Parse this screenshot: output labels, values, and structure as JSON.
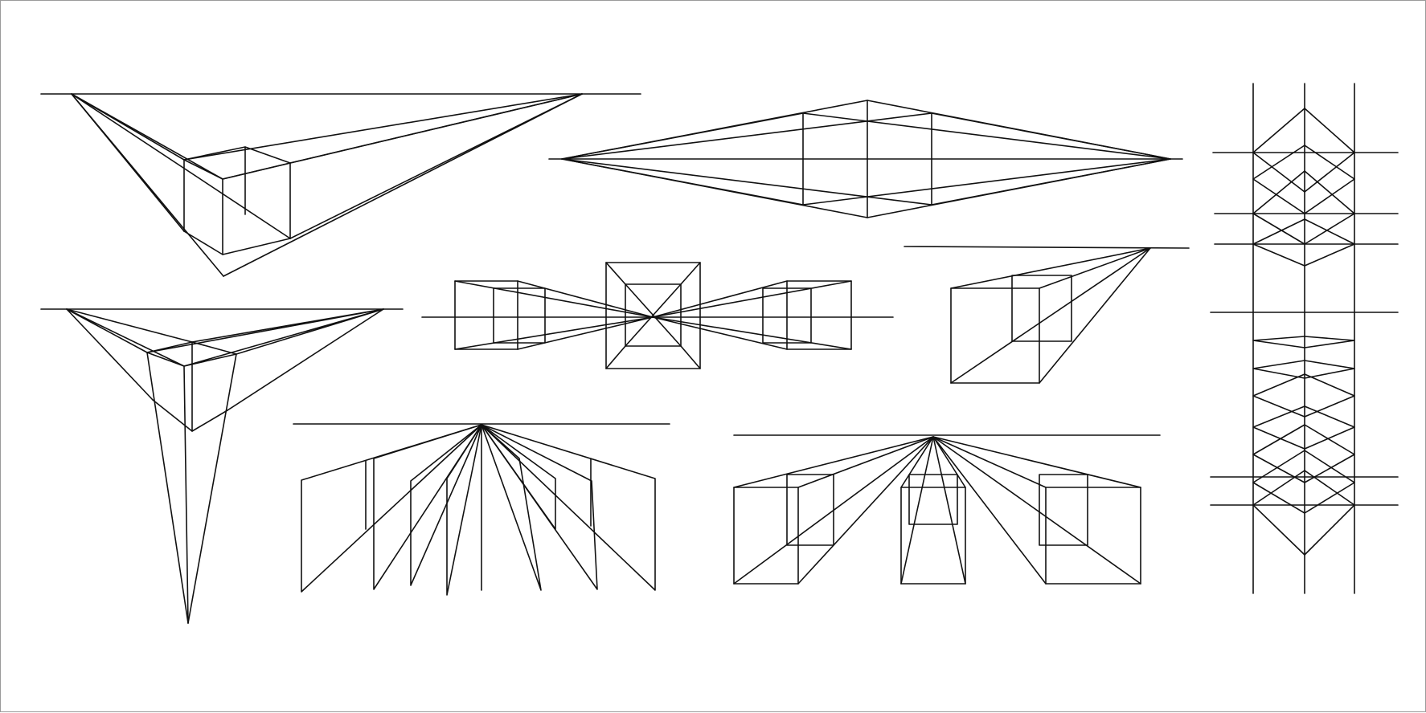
{
  "colors": {
    "background": "#ffffff",
    "ink": "#111111",
    "border": "#9a9a9a"
  },
  "figures": [
    {
      "name": "two-point-perspective-box-top-left"
    },
    {
      "name": "two-point-perspective-diamond-top-center"
    },
    {
      "name": "vertical-grid-strip-right"
    },
    {
      "name": "three-point-perspective-box-left"
    },
    {
      "name": "one-point-perspective-boxes-center"
    },
    {
      "name": "one-point-perspective-box-right"
    },
    {
      "name": "one-point-perspective-planes-bottom-left"
    },
    {
      "name": "one-point-perspective-boxes-bottom-right"
    }
  ]
}
